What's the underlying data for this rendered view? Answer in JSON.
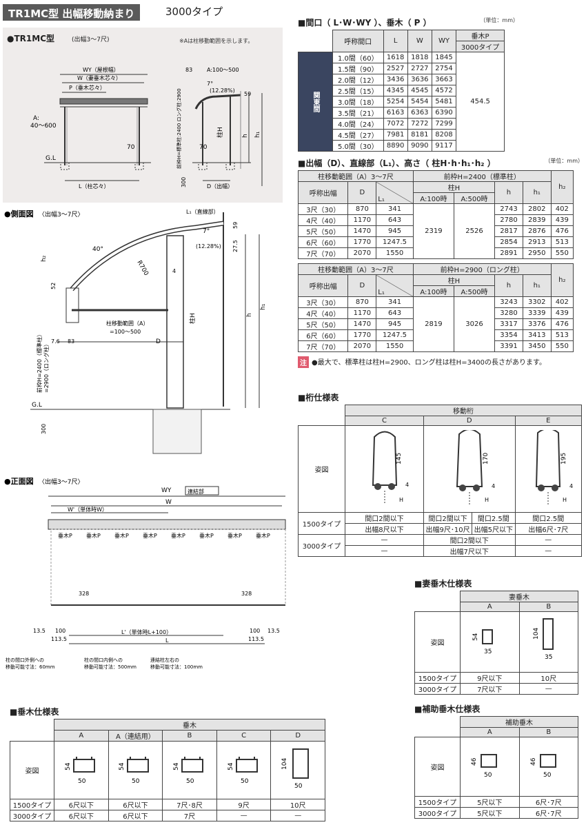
{
  "header": {
    "title": "TR1MC型 出幅移動納まり",
    "type": "3000タイプ"
  },
  "top_diagram": {
    "label": "●TR1MC型",
    "label_small": "(出幅3〜7尺)",
    "note": "※Aは柱移動範囲を示します。",
    "wy": "WY（屋根幅）",
    "w": "W（妻垂木芯々）",
    "p": "P（垂木芯々）",
    "a": "A:",
    "a_range": "40〜600",
    "gl": "G.L",
    "l": "L（柱芯々）",
    "seventy": "70",
    "s83": "83",
    "a_range2": "A:100〜500",
    "deg": "7°",
    "pct": "(12.28%)",
    "h59": "59",
    "hashira": "柱H",
    "h": "h",
    "h1": "h₁",
    "vlabel": "前枠H=標準柱:2400 ロング柱:2900",
    "s300": "300",
    "d": "D（出幅）",
    "seventy2": "70"
  },
  "side_view": {
    "label": "●側面図",
    "label_small": "〈出幅3〜7尺〉",
    "l1": "L₁（直線部）",
    "deg40": "40°",
    "r700": "R700",
    "deg7": "7°",
    "pct": "(12.28%)",
    "h2": "h₂",
    "s59": "59",
    "s275": "27.5",
    "s52": "52",
    "s4": "4",
    "range": "柱移動範囲（A）",
    "range_val": "=100〜500",
    "hashira": "柱H",
    "h": "h",
    "h1": "h₁",
    "front": "前枠H=2400（標準柱）",
    "front2": "=2900（ロング柱）",
    "s76": "7.6",
    "s83": "83",
    "d": "D",
    "gl": "G.L",
    "s300": "300"
  },
  "front_view": {
    "label": "●正面図",
    "label_small": "〈出幅3〜7尺〉",
    "wy": "WY",
    "renketsu": "連結部",
    "w": "W",
    "wp": "W'（単体時W）",
    "taruki": [
      "垂木P",
      "垂木P",
      "垂木P",
      "垂木P",
      "垂木P",
      "垂木P",
      "垂木P",
      "垂木P"
    ],
    "s328a": "328",
    "s328b": "328",
    "s135a": "13.5",
    "s100a": "100",
    "s1135a": "113.5",
    "s135b": "13.5",
    "s100b": "100",
    "s1135b": "113.5",
    "lp": "L'（単体時L+100）",
    "l": "L",
    "cap1": "柱の間口外側への",
    "cap1b": "移動可能寸法：60mm",
    "cap2": "柱の間口内側への",
    "cap2b": "移動可能寸法：500mm",
    "cap3": "連結柱左右の",
    "cap3b": "移動可能寸法：100mm"
  },
  "maguchi": {
    "title": "■間口（ L･W･WY ）、垂木（ P ）",
    "unit": "（単位：mm）",
    "h_name": "呼称間口",
    "h_l": "L",
    "h_w": "W",
    "h_wy": "WY",
    "h_p": "垂木P",
    "h_p_sub": "3000タイプ",
    "kantou": "関東間",
    "p_val": "454.5",
    "rows": [
      [
        "1.0間（60）",
        "1618",
        "1818",
        "1845"
      ],
      [
        "1.5間（90）",
        "2527",
        "2727",
        "2754"
      ],
      [
        "2.0間（12）",
        "3436",
        "3636",
        "3663"
      ],
      [
        "2.5間（15）",
        "4345",
        "4545",
        "4572"
      ],
      [
        "3.0間（18）",
        "5254",
        "5454",
        "5481"
      ],
      [
        "3.5間（21）",
        "6163",
        "6363",
        "6390"
      ],
      [
        "4.0間（24）",
        "7072",
        "7272",
        "7299"
      ],
      [
        "4.5間（27）",
        "7981",
        "8181",
        "8208"
      ],
      [
        "5.0間（30）",
        "8890",
        "9090",
        "9117"
      ]
    ]
  },
  "dehaba": {
    "title": "■出幅（D）、直線部（L₁）、高さ（ 柱H･h･h₁･h₂ ）",
    "unit": "（単位：mm）",
    "t1": {
      "range": "柱移動範囲（A）3〜7尺",
      "front": "前枠H=2400（標準柱）",
      "h_name": "呼称出幅",
      "h_d": "D",
      "h_l1": "L₁",
      "h_hashira": "柱H",
      "h_a100": "A:100時",
      "h_a500": "A:500時",
      "h_h": "h",
      "h_h1": "h₁",
      "h_h2": "h₂",
      "a100": "2319",
      "a500": "2526",
      "rows": [
        [
          "3尺（30）",
          "870",
          "341",
          "2743",
          "2802",
          "402"
        ],
        [
          "4尺（40）",
          "1170",
          "643",
          "2780",
          "2839",
          "439"
        ],
        [
          "5尺（50）",
          "1470",
          "945",
          "2817",
          "2876",
          "476"
        ],
        [
          "6尺（60）",
          "1770",
          "1247.5",
          "2854",
          "2913",
          "513"
        ],
        [
          "7尺（70）",
          "2070",
          "1550",
          "2891",
          "2950",
          "550"
        ]
      ]
    },
    "t2": {
      "range": "柱移動範囲（A）3〜7尺",
      "front": "前枠H=2900（ロング柱）",
      "h_name": "呼称出幅",
      "h_d": "D",
      "h_l1": "L₁",
      "h_hashira": "柱H",
      "h_a100": "A:100時",
      "h_a500": "A:500時",
      "h_h": "h",
      "h_h1": "h₁",
      "h_h2": "h₂",
      "a100": "2819",
      "a500": "3026",
      "rows": [
        [
          "3尺（30）",
          "870",
          "341",
          "3243",
          "3302",
          "402"
        ],
        [
          "4尺（40）",
          "1170",
          "643",
          "3280",
          "3339",
          "439"
        ],
        [
          "5尺（50）",
          "1470",
          "945",
          "3317",
          "3376",
          "476"
        ],
        [
          "6尺（60）",
          "1770",
          "1247.5",
          "3354",
          "3413",
          "513"
        ],
        [
          "7尺（70）",
          "2070",
          "1550",
          "3391",
          "3450",
          "550"
        ]
      ]
    },
    "note_mark": "注",
    "note": "●最大で、標準柱は柱H=2900、ロング柱は柱H=3400の長さがあります。"
  },
  "keta": {
    "title": "■桁仕様表",
    "group": "移動桁",
    "cols": [
      "C",
      "D",
      "E"
    ],
    "sugata": "姿図",
    "dims": [
      "145",
      "170",
      "195"
    ],
    "s4": "4",
    "hashira": "H",
    "r1500": "1500タイプ",
    "r3000": "3000タイプ",
    "c1500a": "間口2間以下",
    "c1500b": "出幅8尺以下",
    "d1500a": "間口2間以下",
    "d1500a2": "間口2.5間",
    "d1500b": "出幅9尺･10尺",
    "d1500b2": "出幅5尺以下",
    "e1500a": "間口2.5間",
    "e1500b": "出幅6尺･7尺",
    "c3000a": "—",
    "c3000b": "—",
    "d3000a": "間口2間以下",
    "d3000b": "出幅7尺以下",
    "e3000a": "—",
    "e3000b": "—"
  },
  "tsuma": {
    "title": "■妻垂木仕様表",
    "group": "妻垂木",
    "cols": [
      "A",
      "B"
    ],
    "sugata": "姿図",
    "dims": [
      [
        "54",
        "35"
      ],
      [
        "104",
        "35"
      ]
    ],
    "r1500": "1500タイプ",
    "r3000": "3000タイプ",
    "v": [
      [
        "9尺以下",
        "10尺"
      ],
      [
        "7尺以下",
        "—"
      ]
    ]
  },
  "hojo": {
    "title": "■補助垂木仕様表",
    "group": "補助垂木",
    "cols": [
      "A",
      "B"
    ],
    "sugata": "姿図",
    "dims": [
      [
        "46",
        "50"
      ],
      [
        "46",
        "50"
      ]
    ],
    "r1500": "1500タイプ",
    "r3000": "3000タイプ",
    "v": [
      [
        "5尺以下",
        "6尺･7尺"
      ],
      [
        "5尺以下",
        "6尺･7尺"
      ]
    ]
  },
  "taruki": {
    "title": "■垂木仕様表",
    "group": "垂木",
    "cols": [
      "A",
      "A（連結用）",
      "B",
      "C",
      "D"
    ],
    "sugata": "姿図",
    "dims": [
      [
        "54",
        "50"
      ],
      [
        "54",
        "50"
      ],
      [
        "54",
        "50"
      ],
      [
        "54",
        "50"
      ],
      [
        "104",
        "50"
      ]
    ],
    "r1500": "1500タイプ",
    "r3000": "3000タイプ",
    "v": [
      [
        "6尺以下",
        "6尺以下",
        "7尺･8尺",
        "9尺",
        "10尺"
      ],
      [
        "6尺以下",
        "6尺以下",
        "7尺",
        "—",
        "—"
      ]
    ]
  }
}
